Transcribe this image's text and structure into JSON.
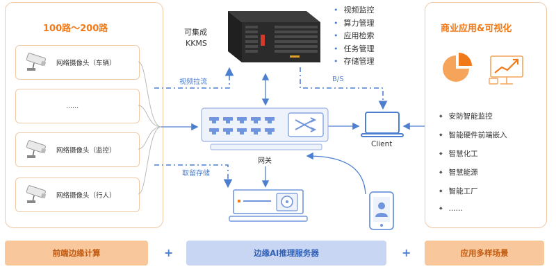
{
  "left_panel": {
    "title": "100路～200路",
    "cameras": [
      {
        "label": "网络摄像头（车辆）"
      },
      {
        "label": "......"
      },
      {
        "label": "网络摄像头（监控）"
      },
      {
        "label": "网络摄像头（行人）"
      }
    ]
  },
  "center": {
    "kkms_line1": "可集成",
    "kkms_line2": "KKMS",
    "features": [
      "视频监控",
      "算力管理",
      "应用检索",
      "任务管理",
      "存储管理"
    ],
    "video_pull": "视频拉流",
    "bs_label": "B/S",
    "gateway_label": "网关",
    "storage_label": "取留存储",
    "client_label": "Client"
  },
  "right_panel": {
    "title": "商业应用&可视化",
    "scenes": [
      "安防智能监控",
      "智能硬件前端嵌入",
      "智慧化工",
      "智慧能源",
      "智能工厂",
      "......"
    ]
  },
  "bottom": {
    "left": "前端边缘计算",
    "plus": "+",
    "center": "边缘AI推理服务器",
    "right": "应用多样场景"
  },
  "colors": {
    "orange": "#f07a1a",
    "orange_border": "#f0c9a6",
    "blue": "#4d7fd1",
    "light_blue_bar": "#c9d6f3",
    "light_orange_bar": "#f8c79c"
  },
  "icons": [
    "camera-icon",
    "server-icon",
    "switch-icon",
    "laptop-icon",
    "storage-server-icon",
    "phone-user-icon",
    "pie-chart-icon",
    "trend-chart-icon"
  ]
}
